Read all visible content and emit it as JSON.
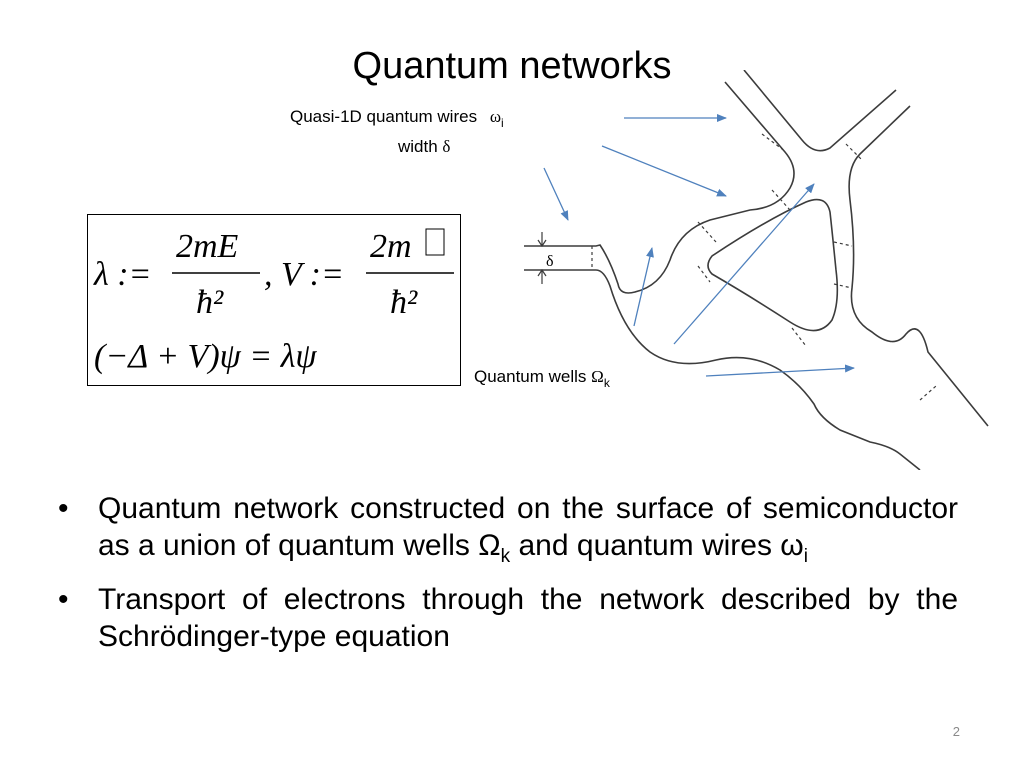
{
  "title": "Quantum networks",
  "annotations": {
    "wires_label": "Quasi-1D quantum wires",
    "wires_symbol": "ω",
    "wires_index": "i",
    "width_label": "width",
    "width_symbol": "δ",
    "wells_label": "Quantum wells",
    "wells_symbol": "Ω",
    "wells_index": "k",
    "diagram_delta": "δ"
  },
  "formula": {
    "lambda_def_lhs": "λ :=",
    "lambda_num": "2mE",
    "lambda_den": "ħ²",
    "v_sep": ", V :=",
    "v_num": "2m",
    "v_den": "ħ²",
    "equation": "(−Δ + V)ψ = λψ"
  },
  "bullets": [
    {
      "text": "Quantum network constructed on the surface of semiconductor as a union of quantum wells Ω",
      "sub1": "k",
      "mid": " and quantum wires ω",
      "sub2": "i"
    },
    {
      "text": "Transport of electrons through the network described by the Schrödinger-type equation"
    }
  ],
  "bullet_symbol": "•",
  "page_number": "2",
  "colors": {
    "arrow": "#4f81bd",
    "outline": "#3c3c3c"
  }
}
